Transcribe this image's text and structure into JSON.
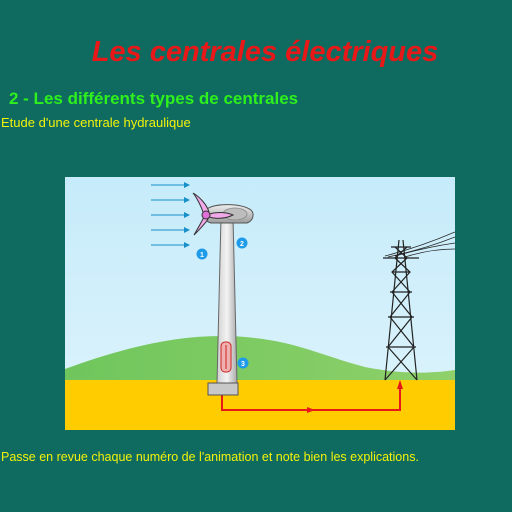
{
  "page": {
    "title": "Les centrales électriques",
    "section_title": "2 - Les différents types de centrales",
    "subtitle": "Etude d'une centrale hydraulique",
    "instructions": "Passe en revue chaque numéro de l'animation et note bien les explications."
  },
  "animation": {
    "markers": [
      {
        "label": "1"
      },
      {
        "label": "2"
      },
      {
        "label": "3"
      }
    ]
  },
  "colors": {
    "background": "#0f6b60",
    "title": "#e81818",
    "section_title": "#2ef01c",
    "text": "#f2f20a",
    "sky": "#cfeefa",
    "hill": "#6cc45a",
    "ground": "#ffcc00",
    "cable": "#e81818",
    "marker": "#1e9be8"
  }
}
